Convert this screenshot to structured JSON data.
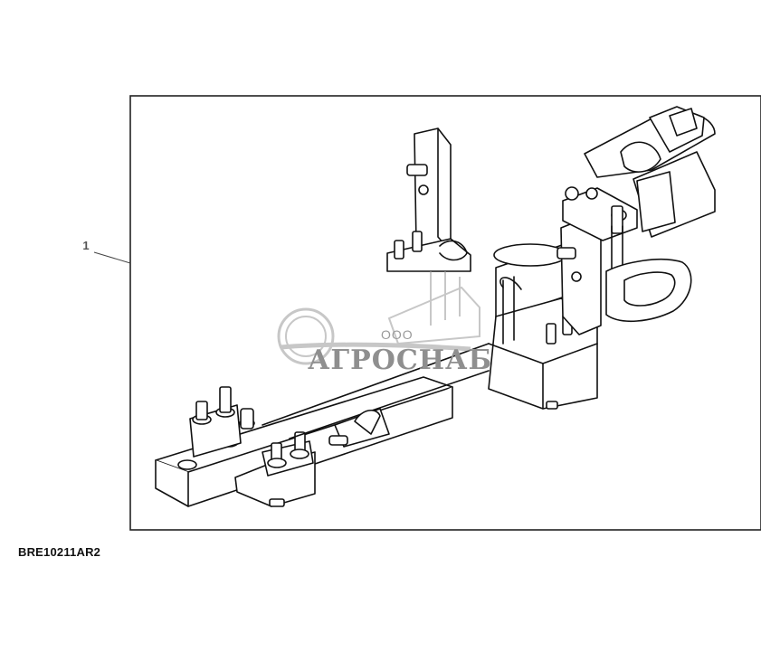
{
  "diagram": {
    "callouts": [
      {
        "label": "1"
      }
    ],
    "reference_code": "BRE10211AR2",
    "watermark": {
      "company_prefix": "ООО",
      "company_name": "АГРОСНАБ"
    }
  }
}
